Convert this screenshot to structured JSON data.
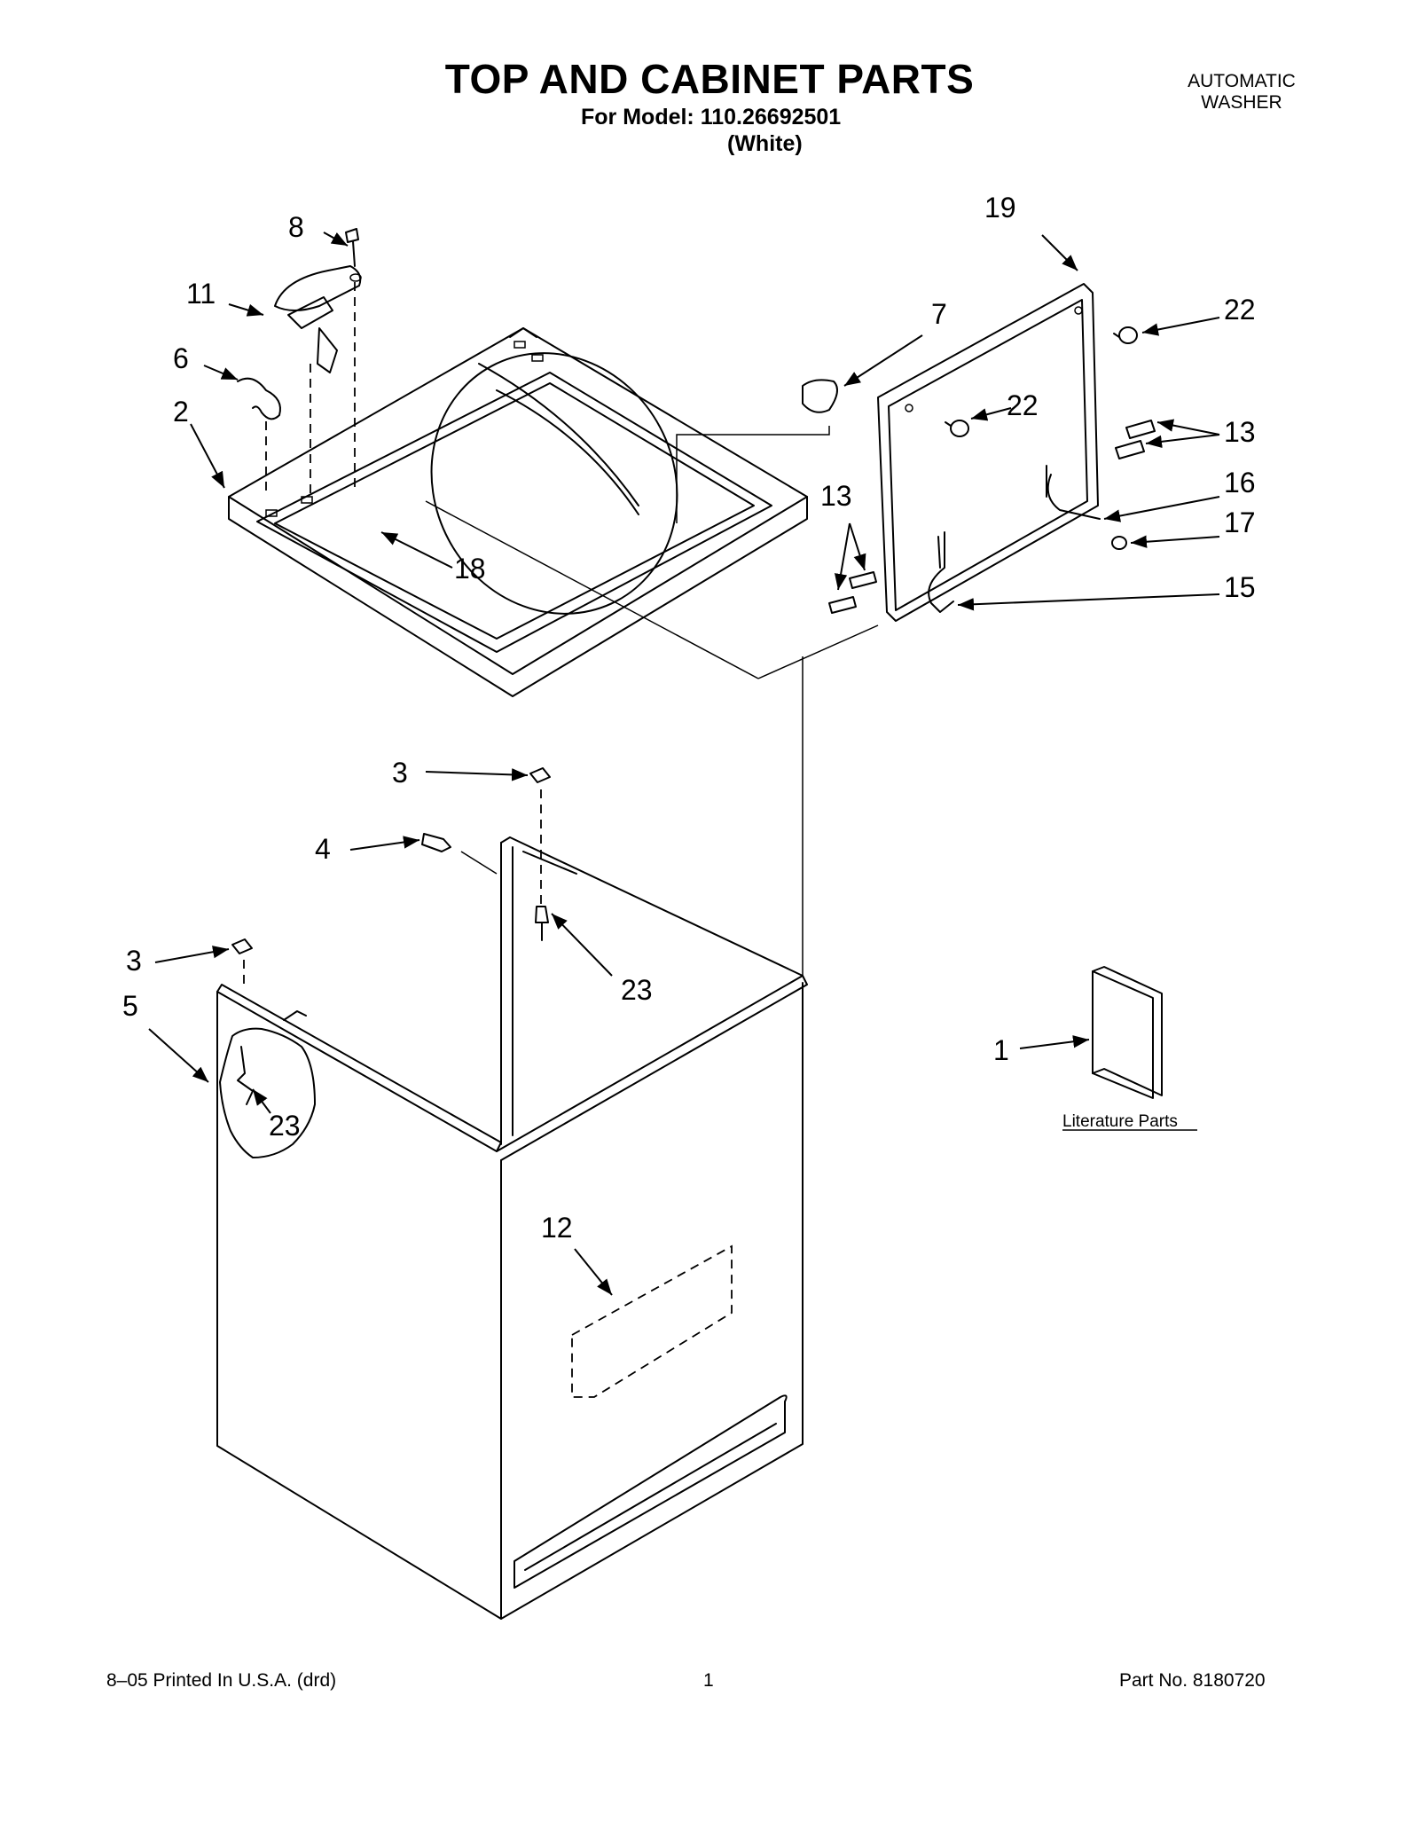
{
  "header": {
    "title": "TOP AND CABINET PARTS",
    "model": "For Model: 110.26692501",
    "color": "(White)",
    "appliance_line1": "AUTOMATIC",
    "appliance_line2": "WASHER"
  },
  "callouts": {
    "c1": "1",
    "c2": "2",
    "c3a": "3",
    "c3b": "3",
    "c4": "4",
    "c5": "5",
    "c6": "6",
    "c7": "7",
    "c8": "8",
    "c11": "11",
    "c12": "12",
    "c13a": "13",
    "c13b": "13",
    "c15": "15",
    "c16": "16",
    "c17": "17",
    "c18": "18",
    "c19": "19",
    "c22a": "22",
    "c22b": "22",
    "c23a": "23",
    "c23b": "23"
  },
  "literature_label": "Literature Parts",
  "footer": {
    "printed": "8–05 Printed In U.S.A. (drd)",
    "page": "1",
    "part_no": "Part No. 8180720"
  }
}
